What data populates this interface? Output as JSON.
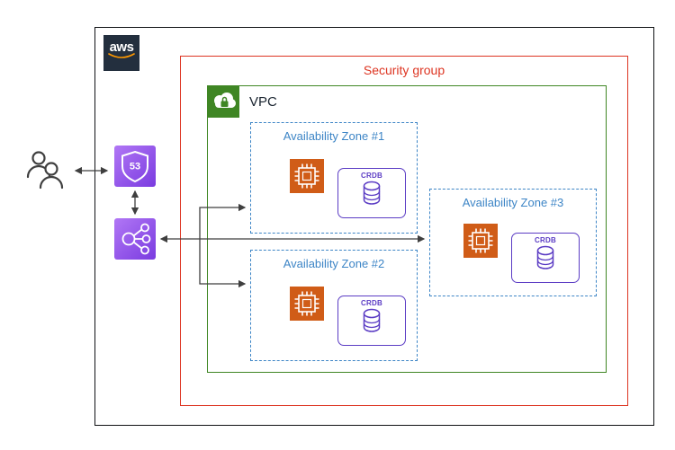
{
  "diagram": {
    "aws_logo_text": "aws",
    "security_group_label": "Security group",
    "vpc_label": "VPC",
    "zones": [
      {
        "label": "Availability Zone #1"
      },
      {
        "label": "Availability Zone #2"
      },
      {
        "label": "Availability Zone #3"
      }
    ],
    "crdb_label": "CRDB",
    "route53_text": "53"
  },
  "colors": {
    "navy": "#232f3e",
    "red": "#dd3522",
    "green": "#3f8624",
    "azblue": "#3d85c6",
    "orange": "#d05c17",
    "crdb": "#5b3cc4",
    "purple1": "#b177f5",
    "purple2": "#7a3be0",
    "ink": "#3f3f3f"
  }
}
